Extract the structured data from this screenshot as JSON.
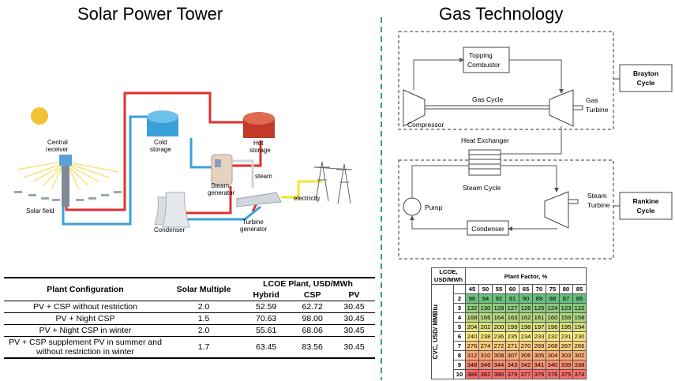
{
  "left": {
    "title": "Solar Power Tower",
    "labels": {
      "central_receiver_1": "Central",
      "central_receiver_2": "receiver",
      "cold_storage_1": "Cold",
      "cold_storage_2": "storage",
      "hot_storage_1": "Hot",
      "hot_storage_2": "storage",
      "steam_generator_1": "Steam",
      "steam_generator_2": "generator",
      "steam": "steam",
      "electricity": "electricity",
      "solar_field": "Solar field",
      "condenser": "Condenser",
      "turbine_generator_1": "Turbine",
      "turbine_generator_2": "generator"
    },
    "table": {
      "col_config": "Plant Configuration",
      "col_multiple": "Solar Multiple",
      "col_lcoe": "LCOE Plant, USD/MWh",
      "sub_cols": [
        "Hybrid",
        "CSP",
        "PV"
      ],
      "rows": [
        {
          "config": "PV + CSP without restriction",
          "multiple": "2.0",
          "hybrid": "52.59",
          "csp": "62.72",
          "pv": "30.45"
        },
        {
          "config": "PV + Night CSP",
          "multiple": "1.5",
          "hybrid": "70.63",
          "csp": "98.00",
          "pv": "30.45"
        },
        {
          "config": "PV + Night CSP in winter",
          "multiple": "2.0",
          "hybrid": "55.61",
          "csp": "68.06",
          "pv": "30.45"
        },
        {
          "config_line1": "PV + CSP supplement PV in summer and",
          "config_line2": "without restriction in winter",
          "multiple": "1.7",
          "hybrid": "63.45",
          "csp": "83.56",
          "pv": "30.45"
        }
      ]
    }
  },
  "right": {
    "title": "Gas Technology",
    "labels": {
      "topping_1": "Topping",
      "topping_2": "Combustor",
      "gas_cycle": "Gas Cycle",
      "gas_turbine_1": "Gas",
      "gas_turbine_2": "Turbine",
      "compressor": "Compressor",
      "brayton_1": "Brayton",
      "brayton_2": "Cycle",
      "heat_exchanger": "Heat Exchanger",
      "steam_cycle": "Steam Cycle",
      "steam_turbine_1": "Steam",
      "steam_turbine_2": "Turbine",
      "pump": "Pump",
      "condenser": "Condenser",
      "rankine_1": "Rankine",
      "rankine_2": "Cycle"
    },
    "heatmap": {
      "corner_1": "LCOE,",
      "corner_2": "USD/MWh",
      "col_title": "Plant Factor, %",
      "row_title": "CVC, USD/ MMBtu",
      "cols": [
        "45",
        "50",
        "55",
        "60",
        "65",
        "70",
        "75",
        "80",
        "85"
      ],
      "rows": [
        {
          "cvc": "2",
          "values": [
            "96",
            "94",
            "92",
            "91",
            "90",
            "89",
            "88",
            "87",
            "86"
          ]
        },
        {
          "cvc": "3",
          "values": [
            "132",
            "130",
            "128",
            "127",
            "126",
            "125",
            "124",
            "123",
            "122"
          ]
        },
        {
          "cvc": "4",
          "values": [
            "168",
            "166",
            "164",
            "163",
            "162",
            "161",
            "160",
            "159",
            "158"
          ]
        },
        {
          "cvc": "5",
          "values": [
            "204",
            "202",
            "200",
            "199",
            "198",
            "197",
            "196",
            "195",
            "194"
          ]
        },
        {
          "cvc": "6",
          "values": [
            "240",
            "238",
            "236",
            "235",
            "234",
            "233",
            "232",
            "231",
            "230"
          ]
        },
        {
          "cvc": "7",
          "values": [
            "276",
            "274",
            "272",
            "271",
            "270",
            "269",
            "268",
            "267",
            "266"
          ]
        },
        {
          "cvc": "8",
          "values": [
            "312",
            "310",
            "308",
            "307",
            "306",
            "305",
            "304",
            "303",
            "302"
          ]
        },
        {
          "cvc": "9",
          "values": [
            "348",
            "346",
            "344",
            "343",
            "342",
            "341",
            "340",
            "339",
            "338"
          ]
        },
        {
          "cvc": "10",
          "values": [
            "384",
            "382",
            "380",
            "379",
            "377",
            "376",
            "376",
            "375",
            "374"
          ]
        }
      ]
    }
  },
  "colors": {
    "hot_pipe": "#e03030",
    "cold_pipe": "#3aa0d8",
    "electricity": "#f2e531",
    "divider": "#2ea86b",
    "sun": "#f2c232"
  }
}
